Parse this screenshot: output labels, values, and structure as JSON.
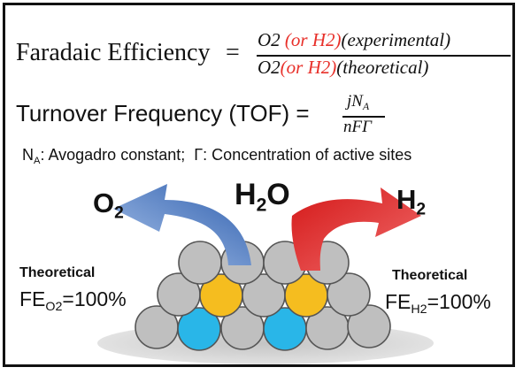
{
  "fe": {
    "label": "Faradaic Efficiency",
    "equals": "=",
    "num_species": "O2",
    "num_alt": "(or H2)",
    "num_qualifier": "(experimental)",
    "den_species": "O2",
    "den_alt": "(or H2)",
    "den_qualifier": "(theoretical)"
  },
  "tof": {
    "label": "Turnover Frequency (TOF) =",
    "num_j": "j",
    "num_N": "N",
    "num_sub": "A",
    "den": "nFΓ"
  },
  "legend": {
    "n_main": "N",
    "n_sub": "A",
    "n_desc": ": Avogadro constant;",
    "gamma_desc": "Γ: Concentration of active sites"
  },
  "products": {
    "o2_main": "O",
    "o2_sub": "2",
    "h2o_main1": "H",
    "h2o_sub": "2",
    "h2o_main2": "O",
    "h2_main": "H",
    "h2_sub": "2"
  },
  "left_side": {
    "heading": "Theoretical",
    "fe_main": "FE",
    "fe_sub": "O2",
    "fe_value": "=100%"
  },
  "right_side": {
    "heading": "Theoretical",
    "fe_main": "FE",
    "fe_sub": "H2",
    "fe_value": "=100%"
  },
  "colors": {
    "highlight_text": "#e8302a",
    "arrow_o2": "#3a6fbf",
    "arrow_h2": "#d42020",
    "atom_gray": "#bfbfbf",
    "atom_yellow": "#f5bd1f",
    "atom_blue": "#29b6e8",
    "substrate": "#d4d4d4"
  }
}
